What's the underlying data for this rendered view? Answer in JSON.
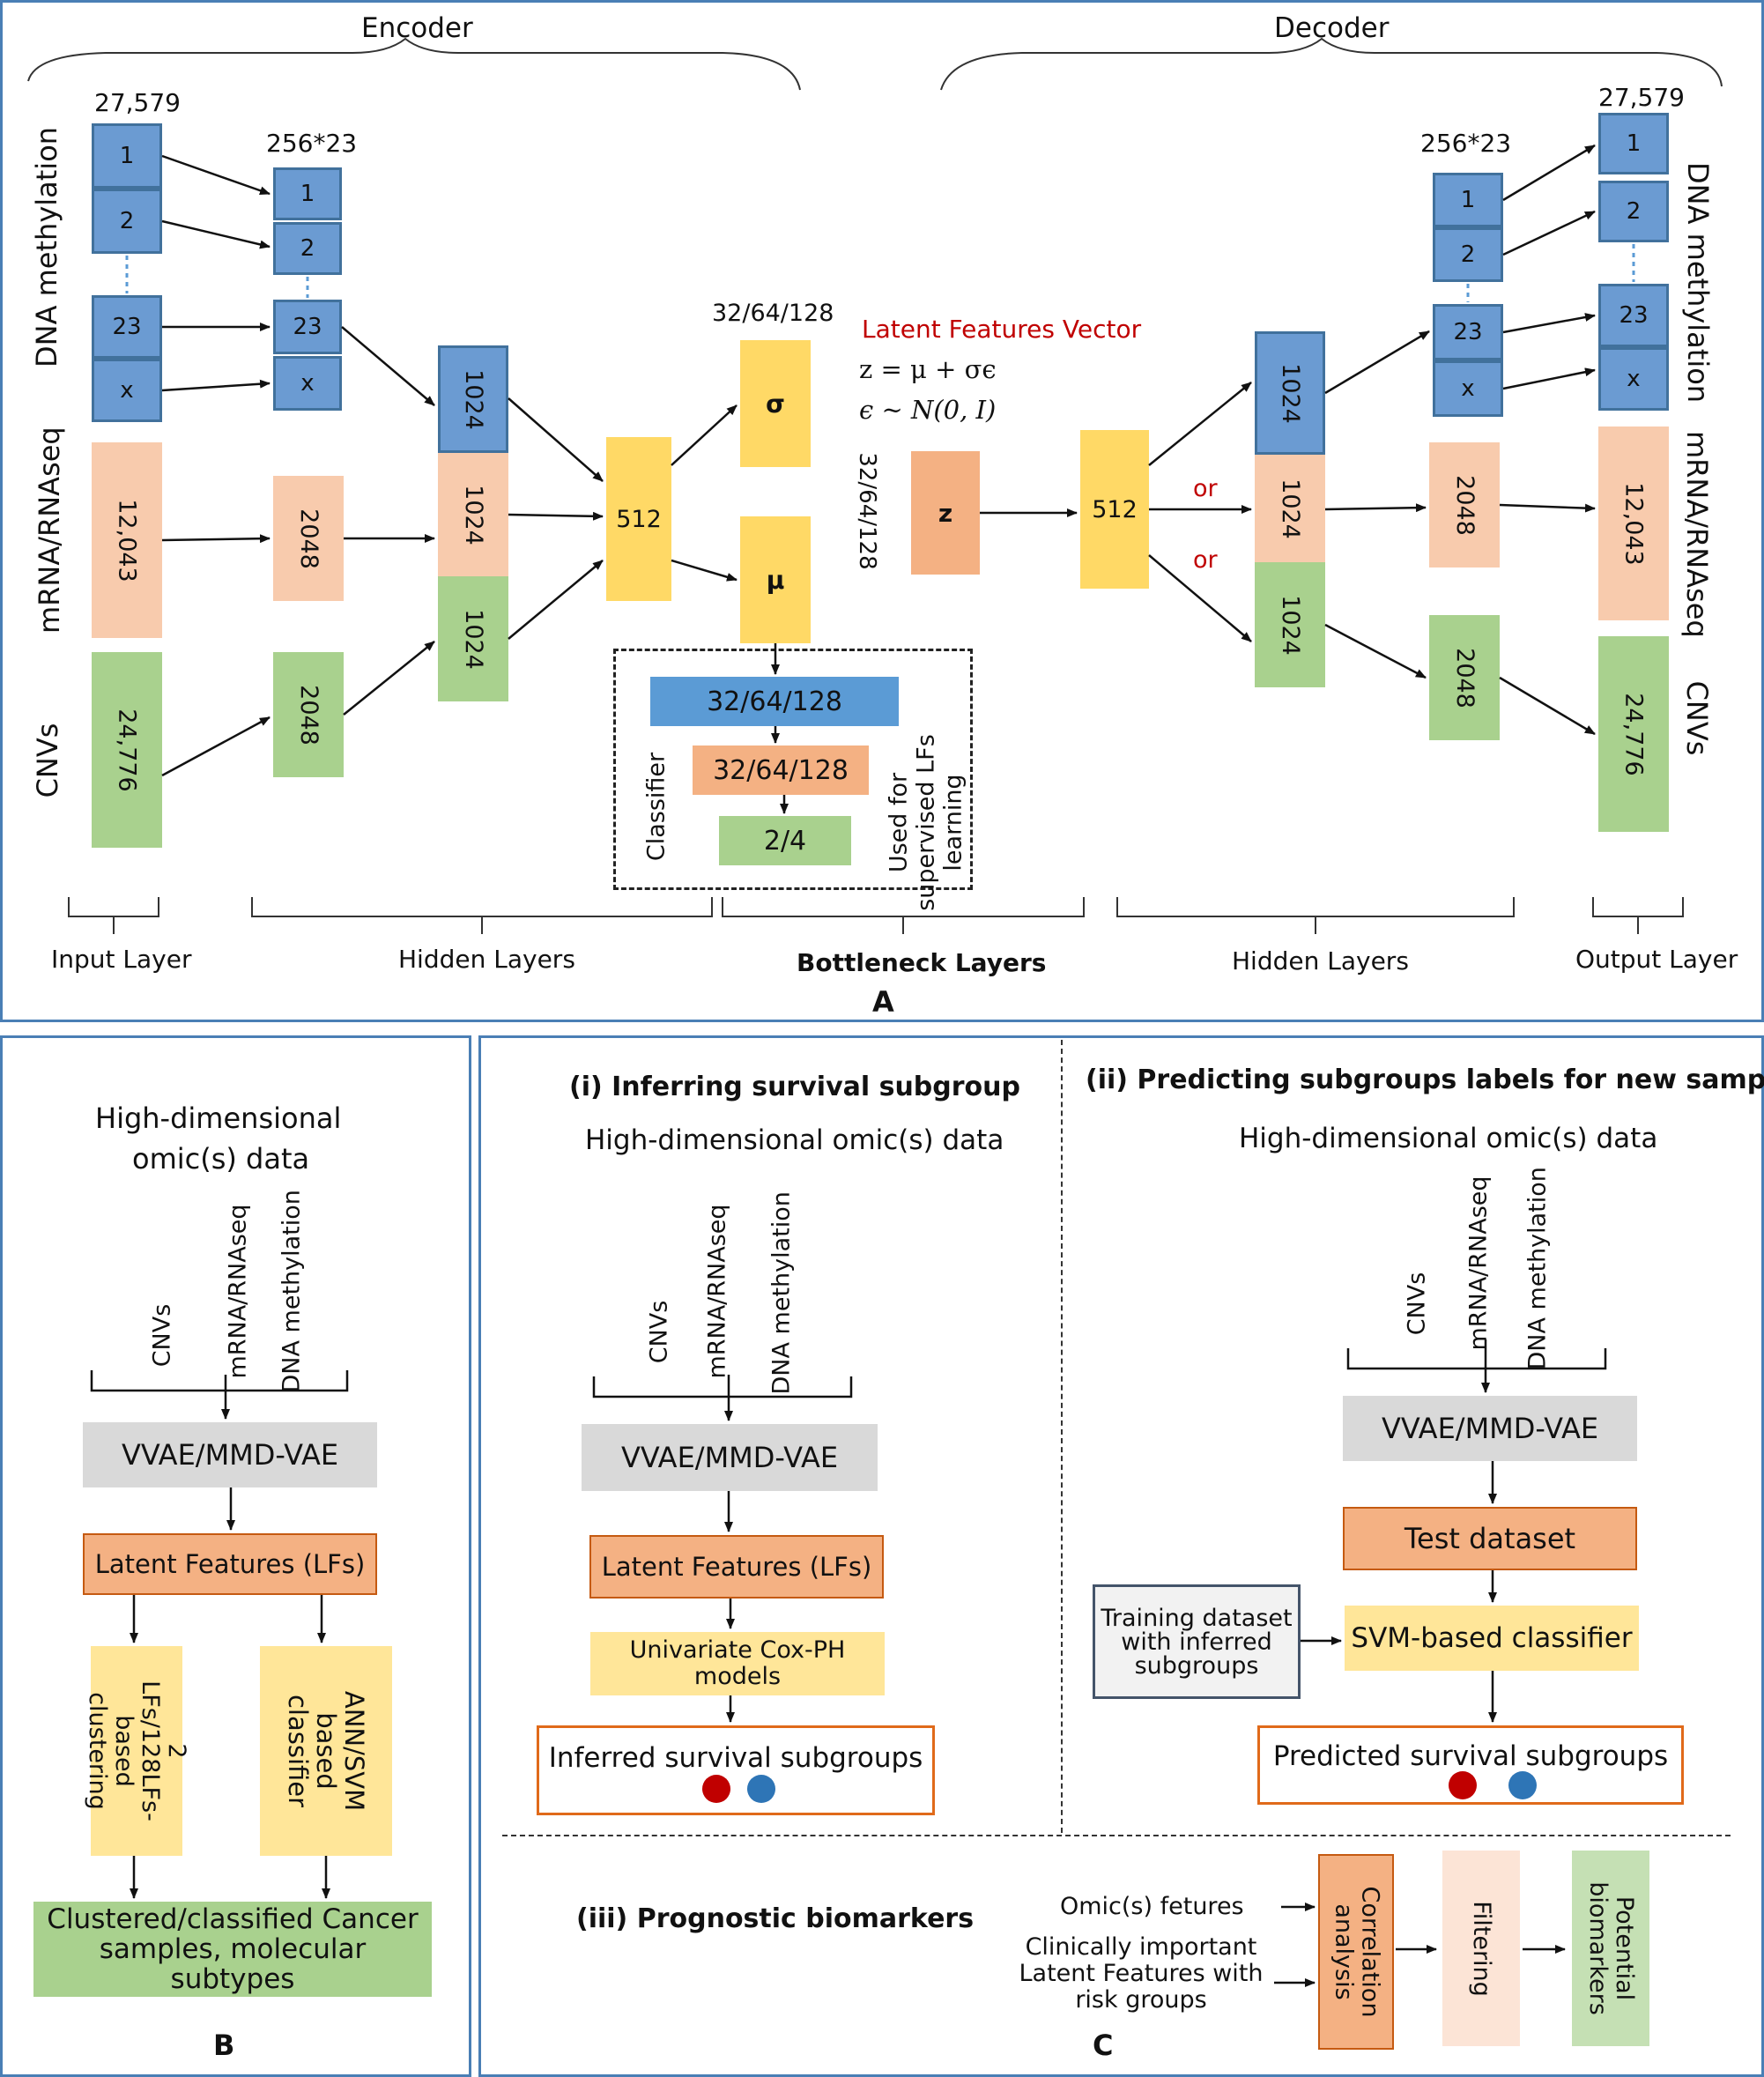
{
  "panelA": {
    "encoder": "Encoder",
    "decoder": "Decoder",
    "letter": "A",
    "input_size_dna": "27,579",
    "hidden_size_dna": "256*23",
    "dec_hidden_size_dna": "256*23",
    "output_size_dna": "27,579",
    "dna_label": "DNA methylation",
    "mrna_label": "mRNA/RNAseq",
    "cnv_label": "CNVs",
    "dna_boxes": [
      "1",
      "2",
      "23",
      "x"
    ],
    "mrna_input": "12,043",
    "cnv_input": "24,776",
    "mrna_hidden": "2048",
    "cnv_hidden": "2048",
    "h1024": "1024",
    "h512": "512",
    "bottleneck_size": "32/64/128",
    "sigma": "σ",
    "mu": "μ",
    "latent_title": "Latent Features Vector",
    "latent_eq1": "z = μ + σϵ",
    "latent_eq2": "ϵ ~ N(0, I)",
    "z_label": "z",
    "z_size": "32/64/128",
    "or1": "or",
    "or2": "or",
    "classifier_l1": "32/64/128",
    "classifier_l2": "32/64/128",
    "classifier_l3": "2/4",
    "classifier_label": "Classifier",
    "used_for": "Used for supervised LFs learning",
    "input_layer": "Input Layer",
    "hidden_layers_enc": "Hidden Layers",
    "bottleneck_layers": "Bottleneck Layers",
    "hidden_layers_dec": "Hidden Layers",
    "output_layer": "Output Layer",
    "dec_mrna_hidden": "2048",
    "dec_cnv_hidden": "2048",
    "dec_mrna_out": "12,043",
    "dec_cnv_out": "24,776"
  },
  "panelB": {
    "title_line1": "High-dimensional",
    "title_line2": "omic(s) data",
    "omics": [
      "CNVs",
      "mRNA/RNAseq",
      "DNA methylation"
    ],
    "model": "VVAE/MMD-VAE",
    "lfs": "Latent Features (LFs)",
    "clustering": "2 LFs/128LFs-based clustering",
    "classifier": "ANN/SVM based classifier",
    "result": "Clustered/classified Cancer samples, molecular subtypes",
    "letter": "B"
  },
  "panelC": {
    "i_title": "(i) Inferring survival subgroup",
    "i_data": "High-dimensional omic(s) data",
    "i_omics": [
      "CNVs",
      "mRNA/RNAseq",
      "DNA methylation"
    ],
    "i_model": "VVAE/MMD-VAE",
    "i_lfs": "Latent Features (LFs)",
    "i_cox": "Univariate Cox-PH models",
    "i_result": "Inferred survival subgroups",
    "ii_title": "(ii) Predicting subgroups labels for new samples",
    "ii_data": "High-dimensional omic(s) data",
    "ii_omics": [
      "CNVs",
      "mRNA/RNAseq",
      "DNA methylation"
    ],
    "ii_model": "VVAE/MMD-VAE",
    "ii_test": "Test dataset",
    "ii_training": "Training dataset with inferred subgroups",
    "ii_svm": "SVM-based classifier",
    "ii_result": "Predicted survival subgroups",
    "iii_title": "(iii) Prognostic biomarkers",
    "iii_in1": "Omic(s) fetures",
    "iii_in2": "Clinically important Latent Features with risk groups",
    "iii_corr": "Correlation analysis",
    "iii_filter": "Filtering",
    "iii_potential": "Potential biomarkers",
    "letter": "C"
  },
  "colors": {
    "blue": "#6b9bd2",
    "peach": "#f8cbad",
    "green": "#a9d18e",
    "yellow": "#ffd966",
    "orange": "#f4b183",
    "grey": "#d9d9d9",
    "red_dot": "#c00000",
    "blue_dot": "#2e75b6",
    "latent_title": "#c00000"
  }
}
